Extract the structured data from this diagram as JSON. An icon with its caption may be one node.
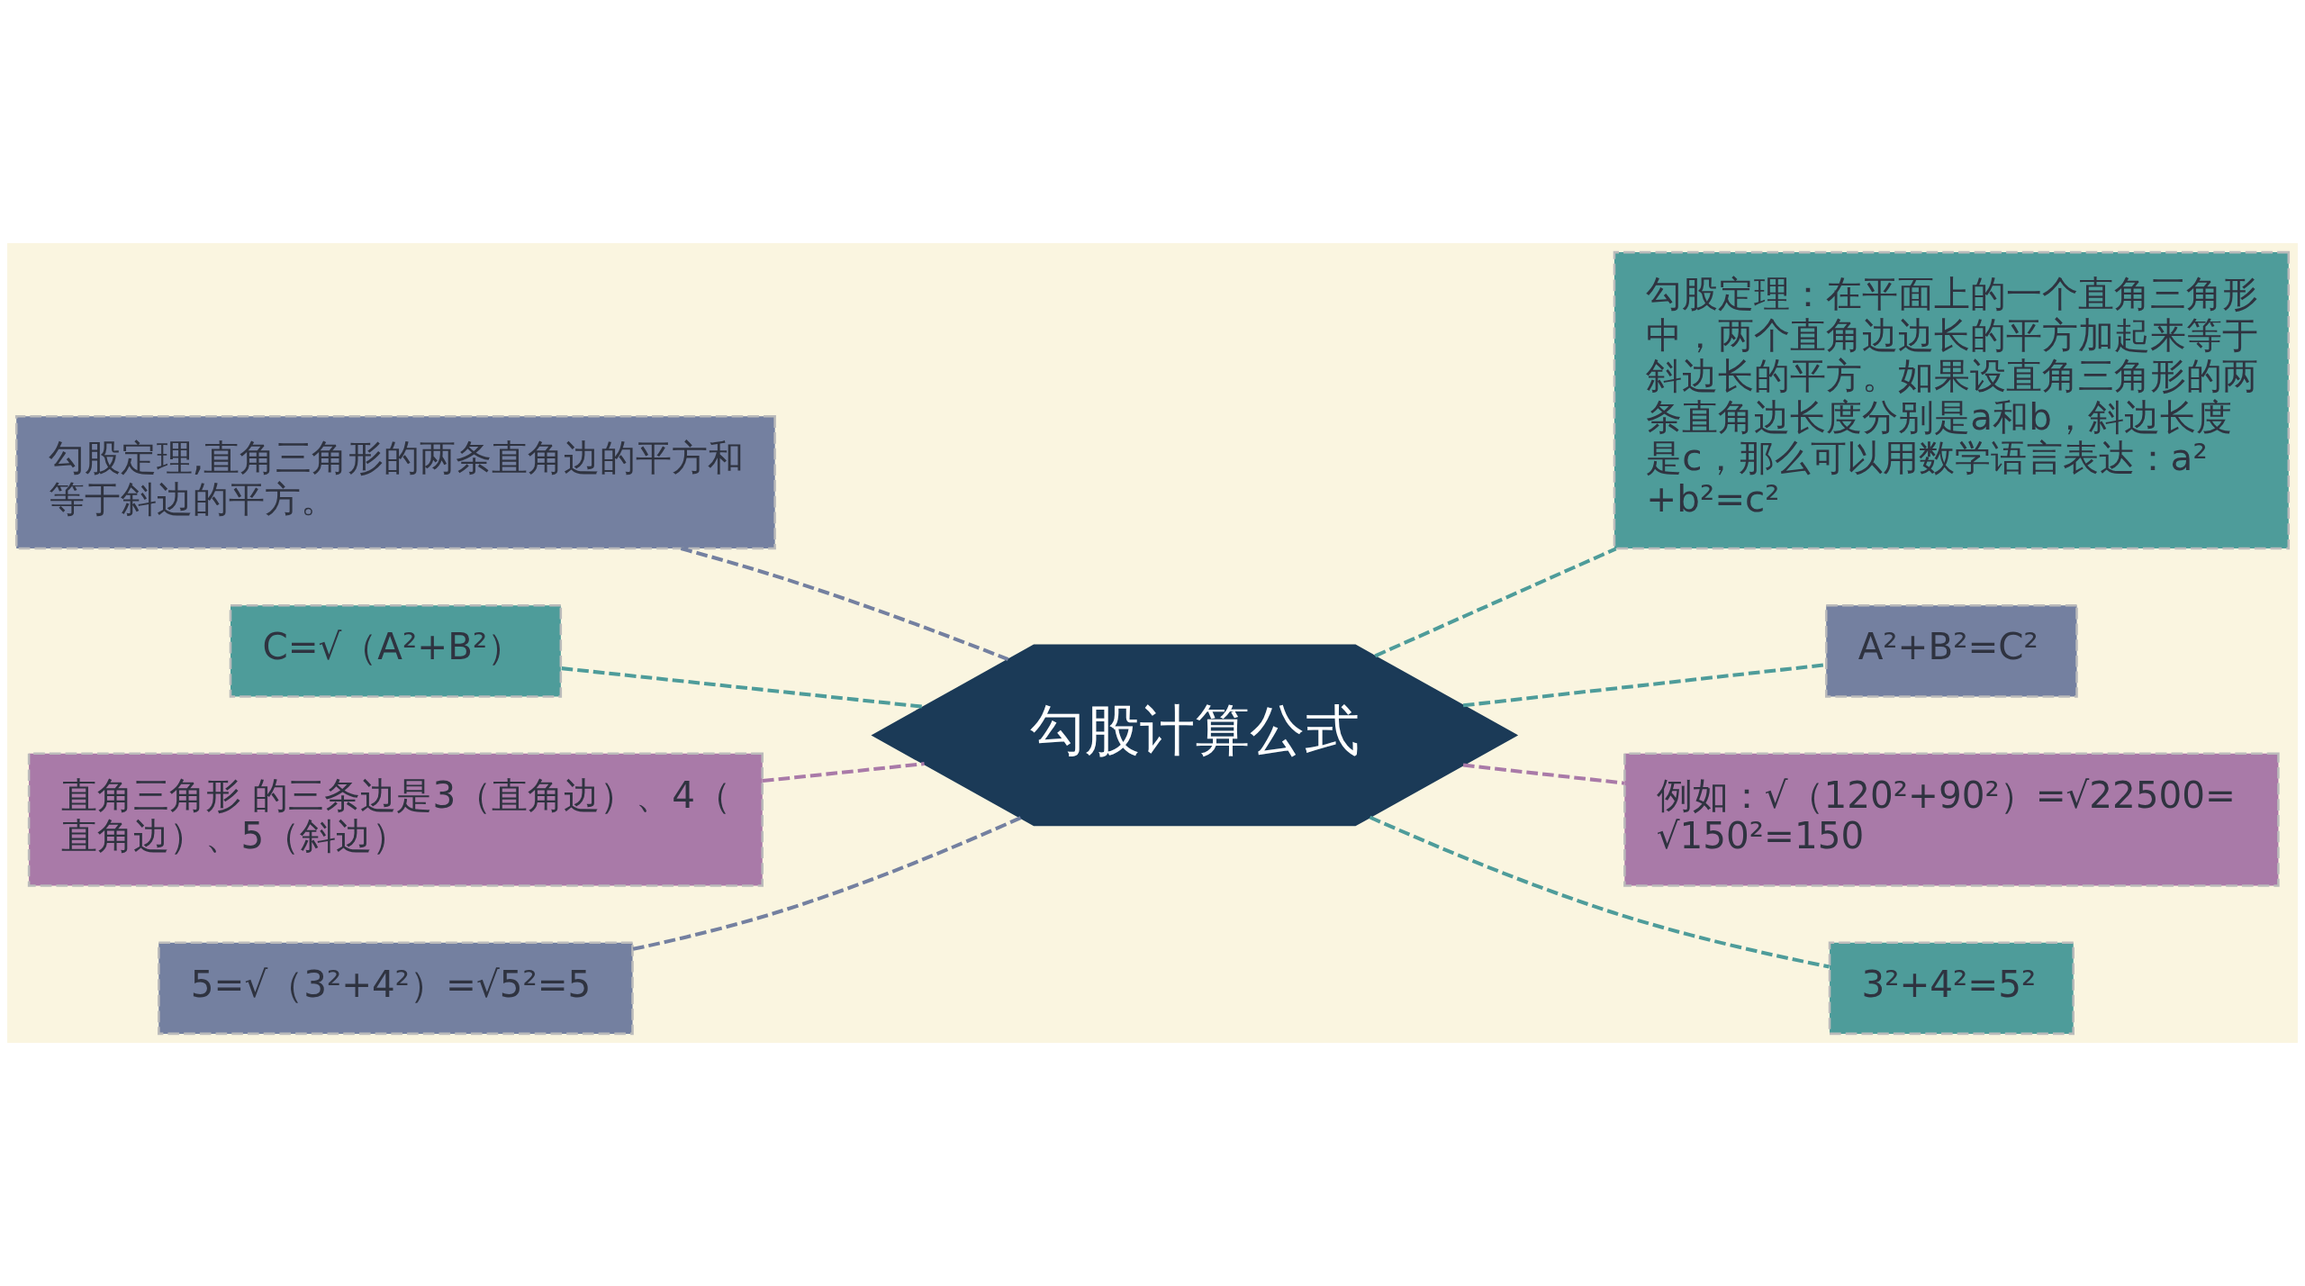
{
  "diagram": {
    "nodes": [
      {
        "text": [
          "勾股计算公式"
        ]
      },
      {
        "text": [
          "勾股定理,直角三角形的两条直角边的平方和等于斜边的平方。"
        ]
      },
      {
        "text": [
          "C=√（A²+B²）"
        ]
      },
      {
        "text": [
          "直角三角形 的三条边是3（直角边）、4（直角边）、5（斜边）"
        ]
      },
      {
        "text": [
          "5=√（3²+4²）=√5²=5"
        ]
      },
      {
        "text": [
          "勾股定理：在平面上的一个直角三角形中，两个直角边边长的平方加起来等于斜边长的平方。如果设直角三角形的两条直角边长度分别是a和b，斜边长度是c，那么可以用数学语言表达：a²+b²=c²"
        ]
      },
      {
        "text": [
          "A²+B²=C²"
        ]
      },
      {
        "text": [
          "例如：√（120²+90²）=√22500=√150²=150"
        ]
      },
      {
        "text": [
          "3²+4²=5²"
        ]
      }
    ],
    "edges": [
      {
        "from": 0,
        "to": 1,
        "arrow": "none",
        "style": "dashed",
        "color": "#7480a0"
      },
      {
        "from": 0,
        "to": 2,
        "arrow": "none",
        "style": "dashed",
        "color": "#4e9c9a"
      },
      {
        "from": 0,
        "to": 3,
        "arrow": "none",
        "style": "dashed",
        "color": "#a97aa8"
      },
      {
        "from": 0,
        "to": 4,
        "arrow": "none",
        "style": "dashed",
        "color": "#7480a0"
      },
      {
        "from": 0,
        "to": 5,
        "arrow": "none",
        "style": "dashed",
        "color": "#4e9c9a"
      },
      {
        "from": 0,
        "to": 6,
        "arrow": "none",
        "style": "dashed",
        "color": "#4e9c9a"
      },
      {
        "from": 0,
        "to": 7,
        "arrow": "none",
        "style": "dashed",
        "color": "#a97aa8"
      },
      {
        "from": 0,
        "to": 8,
        "arrow": "none",
        "style": "dashed",
        "color": "#4e9c9a"
      }
    ]
  }
}
